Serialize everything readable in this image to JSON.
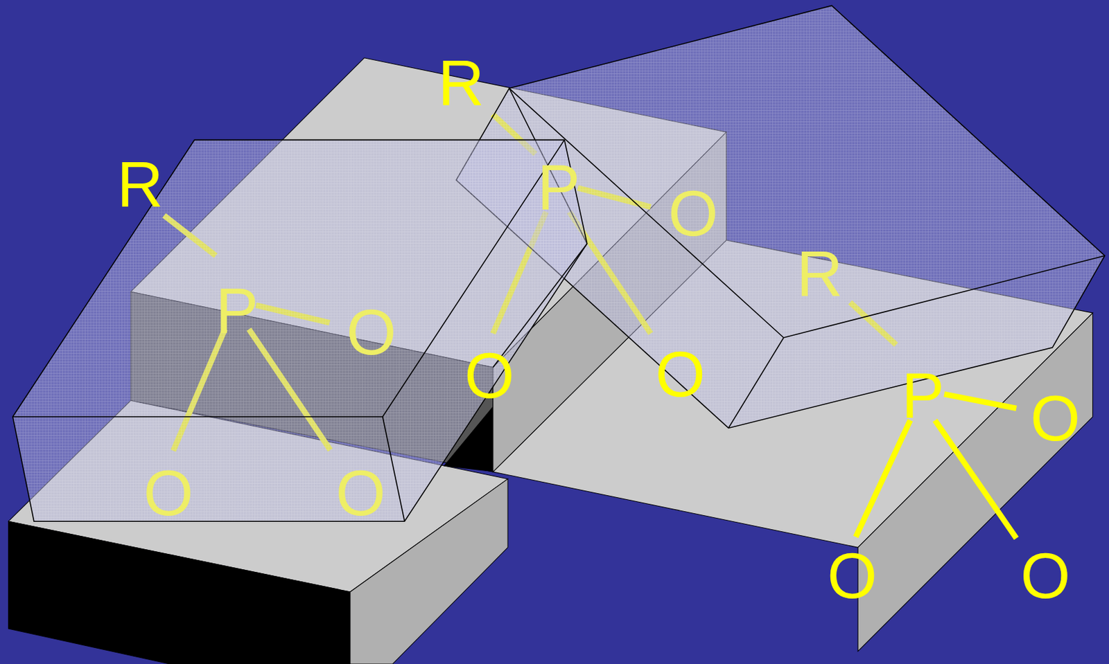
{
  "diagram": {
    "labels": [
      "R",
      "P",
      "O",
      "O",
      "O",
      "R",
      "P",
      "O",
      "O",
      "O",
      "R",
      "P",
      "O",
      "O",
      "O"
    ]
  }
}
